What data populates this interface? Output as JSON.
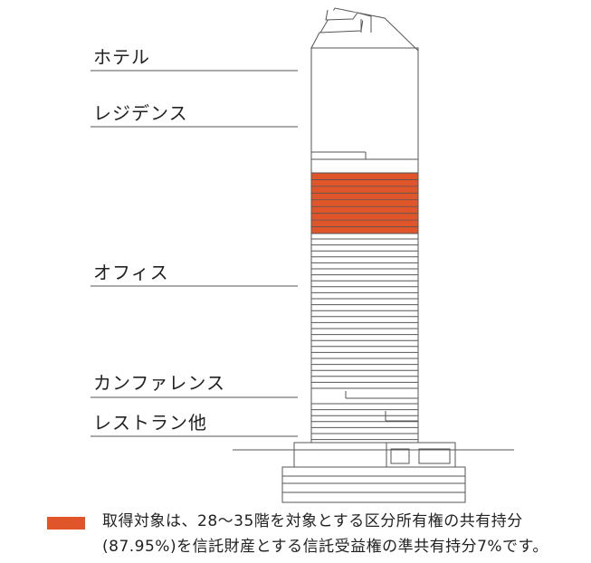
{
  "labels": {
    "hotel": "ホテル",
    "residence": "レジデンス",
    "office": "オフィス",
    "conference": "カンファレンス",
    "restaurant": "レストラン他"
  },
  "legend": {
    "line1": "取得対象は、28～35階を対象とする区分所有権の共有持分",
    "line2": "(87.95%)を信託財産とする信託受益権の準共有持分7%です。"
  },
  "colors": {
    "highlight": "#e0562a",
    "line": "#555555"
  }
}
